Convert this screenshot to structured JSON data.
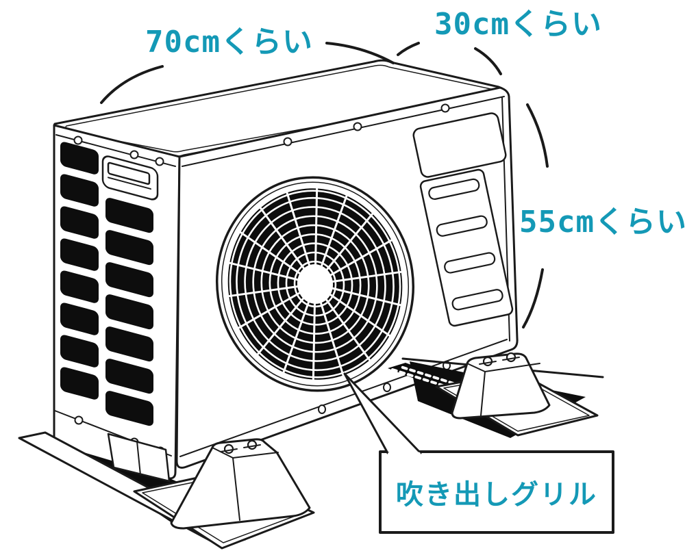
{
  "page": {
    "background": "#ffffff"
  },
  "annotations": {
    "accent_color": "#1499b6",
    "width_label": "70cmくらい",
    "depth_label": "30cmくらい",
    "height_label": "55cmくらい"
  },
  "callout": {
    "label": "吹き出しグリル"
  },
  "illustration": {
    "subject": "air-conditioner-outdoor-unit",
    "line_color": "#1a1a1a"
  }
}
